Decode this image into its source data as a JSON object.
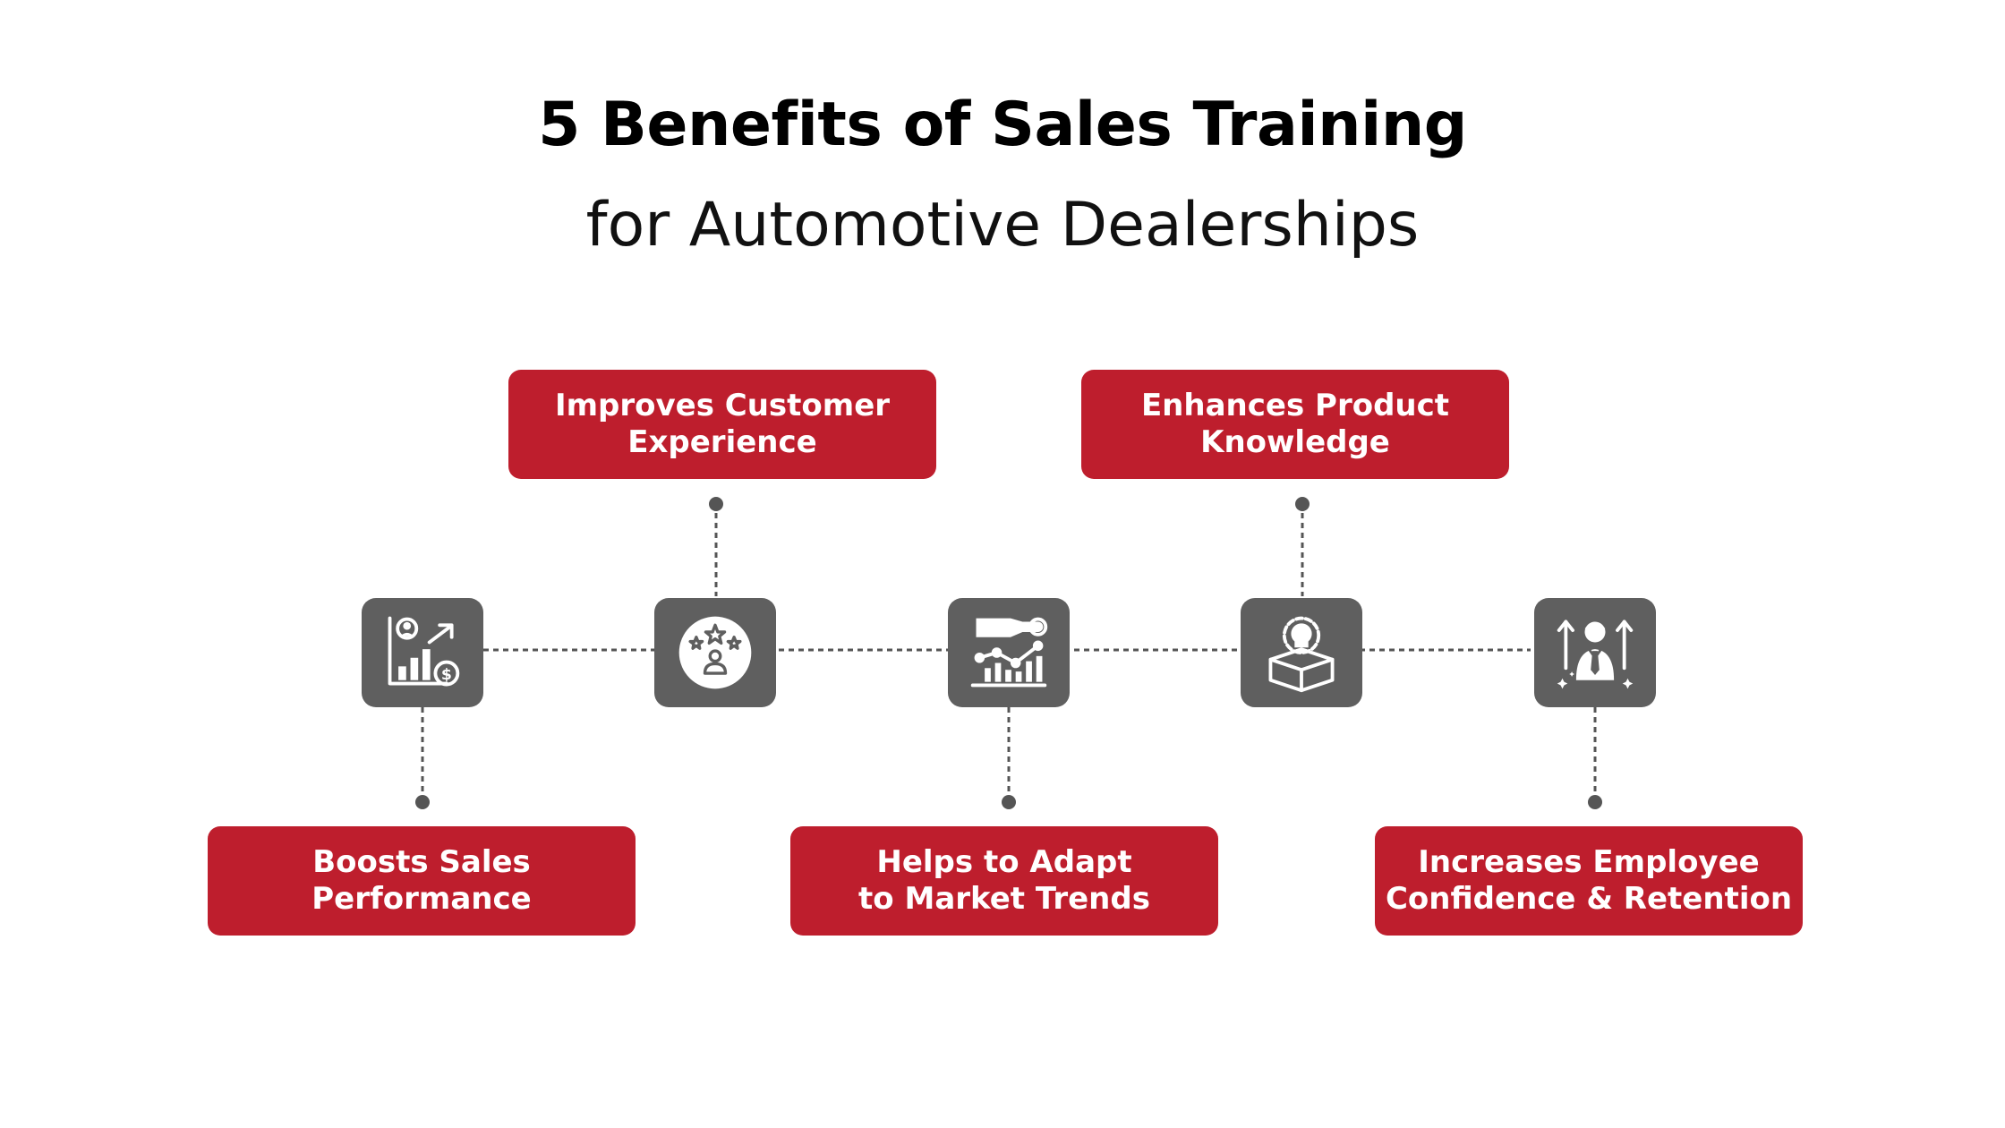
{
  "header": {
    "title": "5 Benefits of Sales Training",
    "subtitle": "for Automotive Dealerships"
  },
  "colors": {
    "accent": "#be1e2d",
    "tile": "#5f5f5f",
    "connector": "#555555"
  },
  "benefits": [
    {
      "line1": "Boosts Sales",
      "line2": "Performance",
      "icon": "sales-growth-chart-icon"
    },
    {
      "line1": "Improves Customer",
      "line2": "Experience",
      "icon": "customer-rating-stars-icon"
    },
    {
      "line1": "Helps to Adapt",
      "line2": "to Market Trends",
      "icon": "market-trend-chart-icon"
    },
    {
      "line1": "Enhances Product",
      "line2": "Knowledge",
      "icon": "product-knowledge-box-icon"
    },
    {
      "line1": "Increases Employee",
      "line2": "Confidence & Retention",
      "icon": "employee-growth-icon"
    }
  ]
}
